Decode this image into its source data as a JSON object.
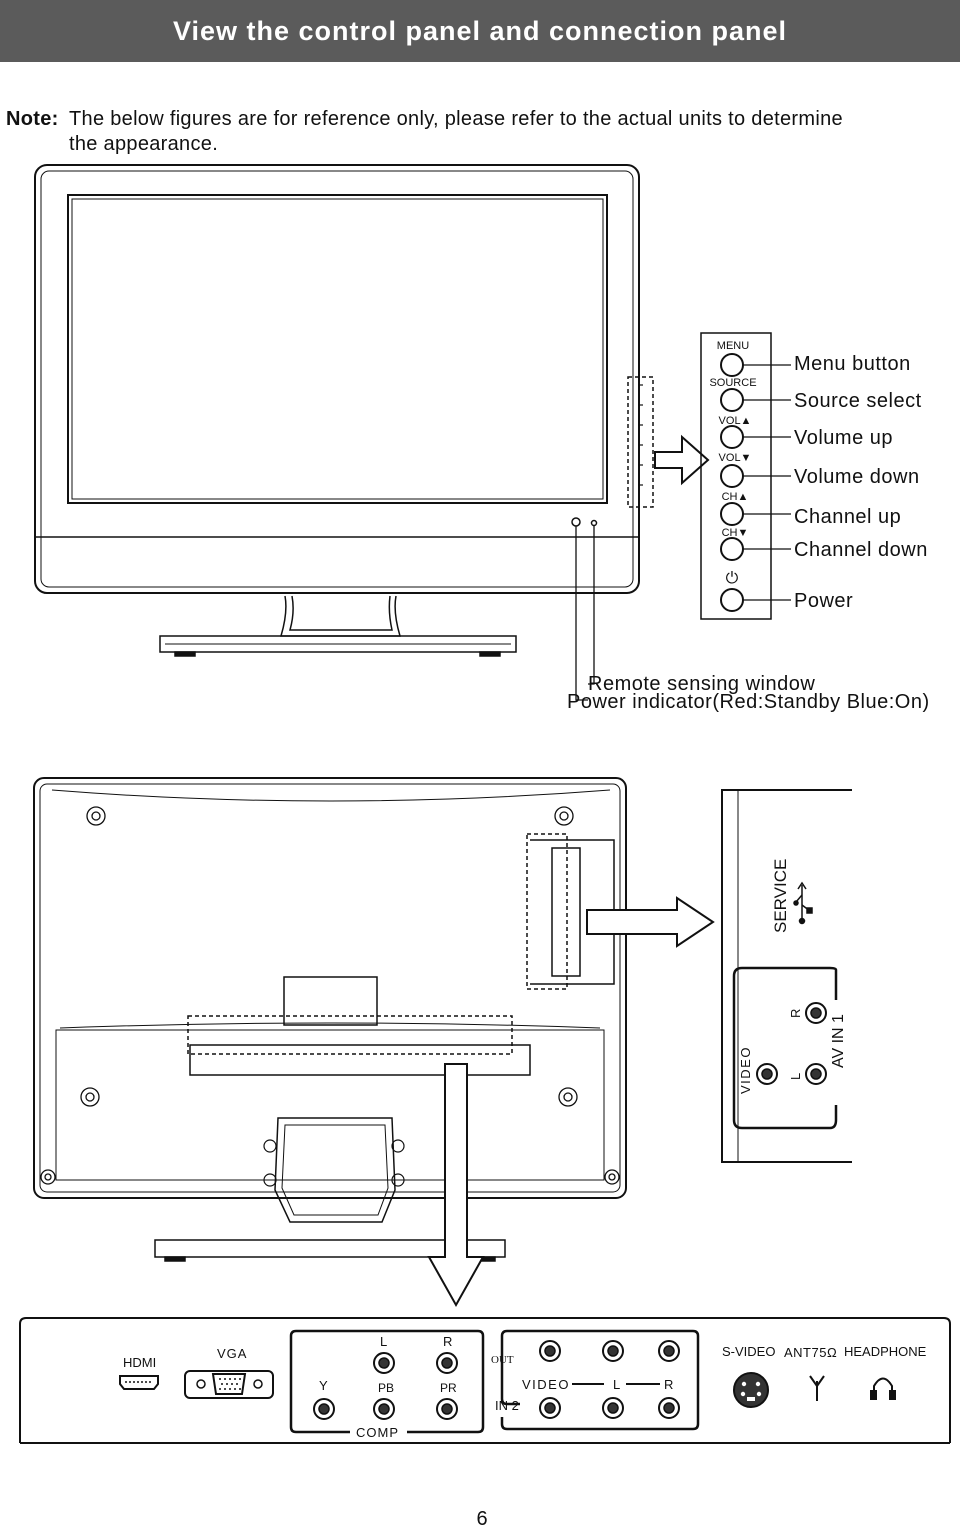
{
  "header": {
    "title": "View the control panel and connection panel"
  },
  "note": {
    "label": "Note:",
    "line1": "The below figures are for reference only, please refer to the actual units to determine",
    "line2": "the appearance."
  },
  "front_panel": {
    "buttons": [
      {
        "panel_text": "MENU",
        "callout": "Menu button"
      },
      {
        "panel_text": "SOURCE",
        "callout": "Source select"
      },
      {
        "panel_text": "VOL▲",
        "callout": "Volume up"
      },
      {
        "panel_text": "VOL▼",
        "callout": "Volume down"
      },
      {
        "panel_text": "CH▲",
        "callout": "Channel up"
      },
      {
        "panel_text": "CH▼",
        "callout": "Channel down"
      },
      {
        "panel_text": "⏻",
        "callout": "Power"
      }
    ],
    "remote_sensing": "Remote sensing window",
    "power_indicator": "Power indicator(Red:Standby  Blue:On)"
  },
  "side_panel": {
    "service": "SERVICE",
    "av_in": "AV IN 1",
    "video": "VIDEO",
    "l": "L",
    "r": "R"
  },
  "bottom_panel": {
    "hdmi": "HDMI",
    "vga": "VGA",
    "comp_l": "L",
    "comp_r": "R",
    "y": "Y",
    "pb": "PB",
    "pr": "PR",
    "comp": "COMP",
    "out": "OUT",
    "video": "VIDEO",
    "av_l": "L",
    "av_r": "R",
    "in2": "IN 2",
    "svideo": "S-VIDEO",
    "ant": "ANT75Ω",
    "headphone": "HEADPHONE"
  },
  "page_number": "6"
}
